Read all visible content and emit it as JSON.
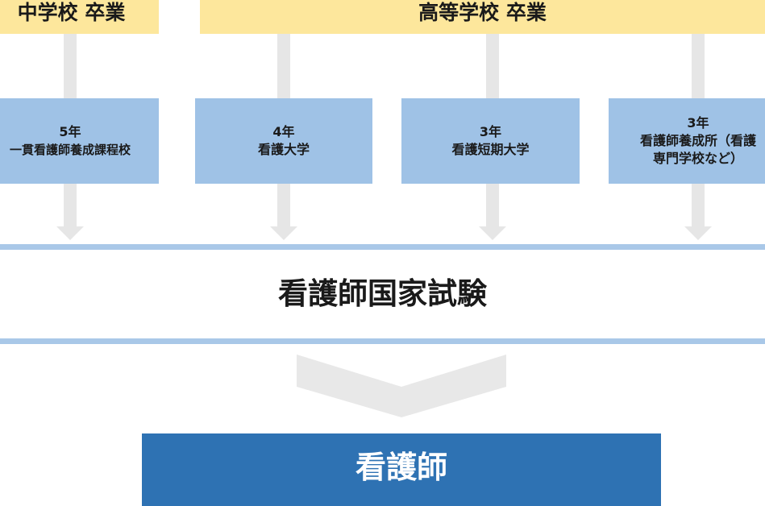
{
  "top": {
    "junior_high": "中学校 卒業",
    "high_school": "高等学校 卒業"
  },
  "schools": [
    {
      "years": "5年",
      "name": "一貫看護師養成課程校"
    },
    {
      "years": "4年",
      "name": "看護大学"
    },
    {
      "years": "3年",
      "name": "看護短期大学"
    },
    {
      "years": "3年",
      "name": "看護師養成所（看護専門学校など）"
    }
  ],
  "exam": "看護師国家試験",
  "result": "看護師",
  "colors": {
    "yellow": "#fde79c",
    "blue": "#9fc2e6",
    "dark_blue": "#2e72b3",
    "arrow": "#e6e6e6"
  }
}
